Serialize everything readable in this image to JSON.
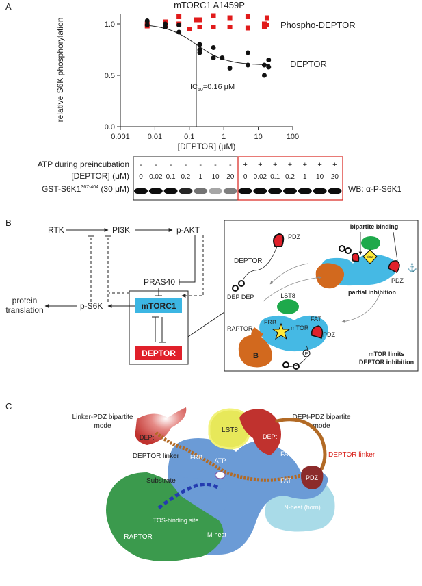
{
  "panel_a": {
    "letter": "A",
    "title": "mTORC1 A1459P",
    "ic50_label": "IC",
    "ic50_sub": "50",
    "ic50_rest": "=0.16 μM",
    "blot": {
      "atp_label": "ATP during preincubation",
      "deptor_label": "[DEPTOR] (μM)",
      "gst_label": "GST-S6K1",
      "gst_sup": "367-404",
      "gst_conc": "(30 μM)",
      "wb_label": "WB: α-P-S6K1",
      "atp_values": [
        "-",
        "-",
        "-",
        "-",
        "-",
        "-",
        "-",
        "+",
        "+",
        "+",
        "+",
        "+",
        "+",
        "+"
      ],
      "deptor_values": [
        "0",
        "0.02",
        "0.1",
        "0.2",
        "1",
        "10",
        "20",
        "0",
        "0.02",
        "0.1",
        "0.2",
        "1",
        "10",
        "20"
      ],
      "band_intensity": [
        0.95,
        0.95,
        0.95,
        0.85,
        0.55,
        0.35,
        0.5,
        0.95,
        0.95,
        0.95,
        0.95,
        0.95,
        0.95,
        0.95
      ]
    }
  },
  "chart_data": {
    "type": "scatter",
    "title": "mTORC1 A1459P",
    "xlabel": "[DEPTOR] (μM)",
    "ylabel": "relative S6K phosphorylation",
    "xscale": "log",
    "xlim": [
      0.001,
      100
    ],
    "ylim": [
      0.0,
      1.1
    ],
    "xticks": [
      "0.001",
      "0.01",
      "0.1",
      "1",
      "10",
      "100"
    ],
    "yticks": [
      "0.0",
      "0.5",
      "1.0"
    ],
    "series": [
      {
        "name": "Phospho-DEPTOR",
        "color": "#e11b1b",
        "marker": "square",
        "x": [
          0.006,
          0.006,
          0.02,
          0.02,
          0.05,
          0.05,
          0.1,
          0.16,
          0.2,
          0.2,
          0.5,
          0.5,
          1.5,
          1.5,
          5,
          5,
          15,
          15,
          18,
          18
        ],
        "y": [
          1.0,
          0.98,
          0.98,
          1.02,
          1.07,
          1.0,
          0.95,
          1.04,
          0.97,
          1.04,
          1.08,
          0.97,
          0.97,
          1.06,
          0.96,
          1.07,
          1.0,
          0.97,
          0.99,
          1.06
        ]
      },
      {
        "name": "DEPTOR",
        "color": "#111111",
        "marker": "circle",
        "x": [
          0.006,
          0.006,
          0.02,
          0.02,
          0.05,
          0.05,
          0.2,
          0.2,
          0.2,
          0.5,
          0.5,
          0.9,
          1.5,
          5,
          5,
          15,
          15,
          20,
          20
        ],
        "y": [
          0.99,
          1.03,
          1.0,
          0.97,
          0.92,
          0.99,
          0.72,
          0.75,
          0.8,
          0.67,
          0.77,
          0.67,
          0.57,
          0.6,
          0.72,
          0.5,
          0.6,
          0.58,
          0.65
        ]
      }
    ],
    "fit": {
      "top": 1.0,
      "bottom": 0.6,
      "ic50": 0.16
    }
  },
  "panel_b": {
    "letter": "B",
    "rtk": "RTK",
    "pi3k": "PI3K",
    "pakt": "p-AKT",
    "pras40": "PRAS40",
    "mtorc1": "mTORC1",
    "deptor": "DEPTOR",
    "ps6k": "p-S6K",
    "protein": "protein",
    "translation": "translation",
    "inset": {
      "pdz1": "PDZ",
      "deptor": "DEPTOR",
      "dep_dep": "DEP DEP",
      "bipartite": "bipartite binding",
      "pdz2": "PDZ",
      "partial": "partial inhibition",
      "lst8": "LST8",
      "frb": "FRB",
      "fat": "FAT",
      "mtor": "mTOR",
      "raptor": "RAPTOR",
      "b": "B",
      "pdz3": "PDZ",
      "p": "P",
      "slow": "slow",
      "limits1": "mTOR limits",
      "limits2": "DEPTOR inhibition"
    },
    "colors": {
      "mtorc1_box": "#3cb6e3",
      "deptor_box": "#e0202a"
    }
  },
  "panel_c": {
    "letter": "C",
    "linker_mode1": "Linker-PDZ bipartite",
    "linker_mode2": "mode",
    "dept_mode1": "DEPt-PDZ bipartite",
    "dept_mode2": "mode",
    "dept_left": "DEPt",
    "dept_right": "DEPt",
    "lst8": "LST8",
    "deptor_linker_left": "DEPTOR linker",
    "deptor_linker_right": "DEPTOR linker",
    "frb": "FRB",
    "atp": "ATP",
    "fat1": "FAT",
    "fat2": "FAT",
    "pdz": "PDZ",
    "substrate": "Substrate",
    "tos": "TOS-binding site",
    "raptor": "RAPTOR",
    "mheat": "M-heat",
    "nheat": "N-heat (horn)"
  }
}
